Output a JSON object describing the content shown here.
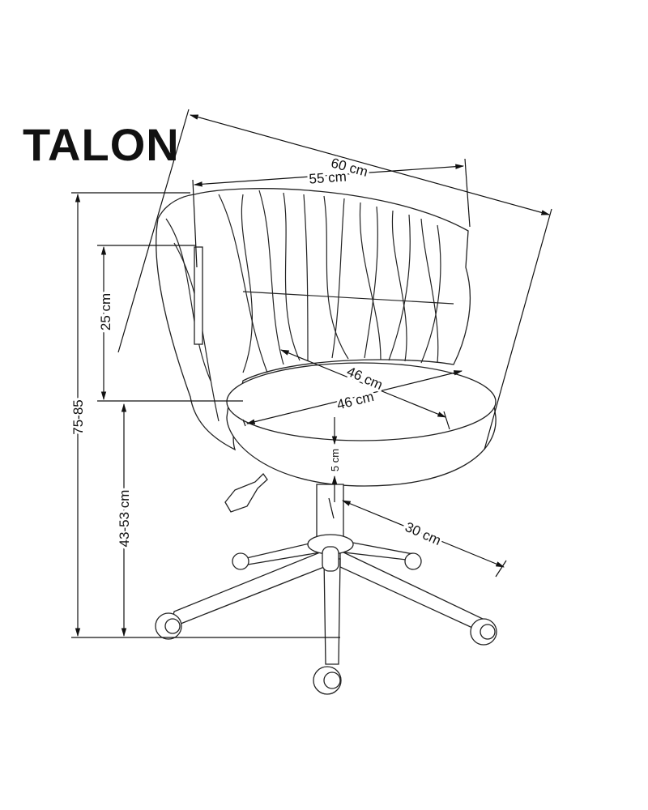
{
  "title": "TALON",
  "dimensions": {
    "total_width": "60 cm",
    "back_width": "55 cm",
    "backrest_height": "25 cm",
    "total_height": "75-85",
    "seat_depth": "46 cm",
    "seat_width": "46 cm",
    "seat_thickness": "5 cm",
    "seat_height": "43-53 cm",
    "base_radius": "30 cm"
  }
}
